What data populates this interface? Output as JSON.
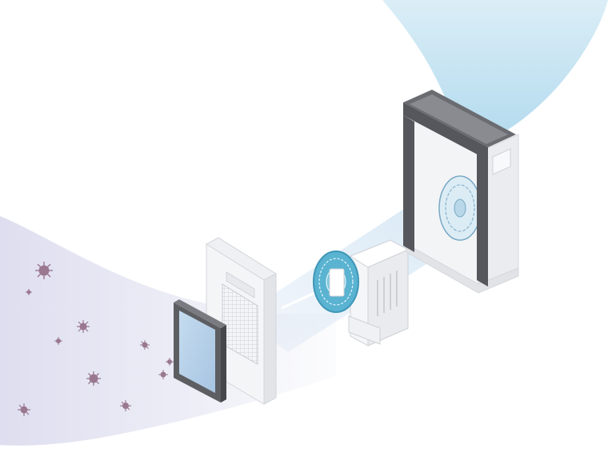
{
  "diagram": {
    "kind": "exploded-air-purifier-illustration",
    "components": [
      {
        "name": "pre-filter",
        "order": 1
      },
      {
        "name": "filter-housing-panel",
        "order": 2
      },
      {
        "name": "fan-motor-assembly",
        "order": 3
      },
      {
        "name": "purifier-body",
        "order": 4
      }
    ],
    "airflow": {
      "inlet": "lower-left",
      "outlet": "top",
      "arrows": 2
    },
    "particles": {
      "count": 10,
      "icon": "virus-particle-icon"
    },
    "colors": {
      "background": "#ffffff",
      "intake_air": "#d8d8ee",
      "clean_air": "#bfe2f1",
      "particle": "#9a7890",
      "frame_dark": "#5d5e62",
      "fan_blue": "#5ab3d1",
      "filter_glass": "#b8d2e8",
      "body_light": "#f3f4f6",
      "outline": "#c9ccd2"
    }
  }
}
